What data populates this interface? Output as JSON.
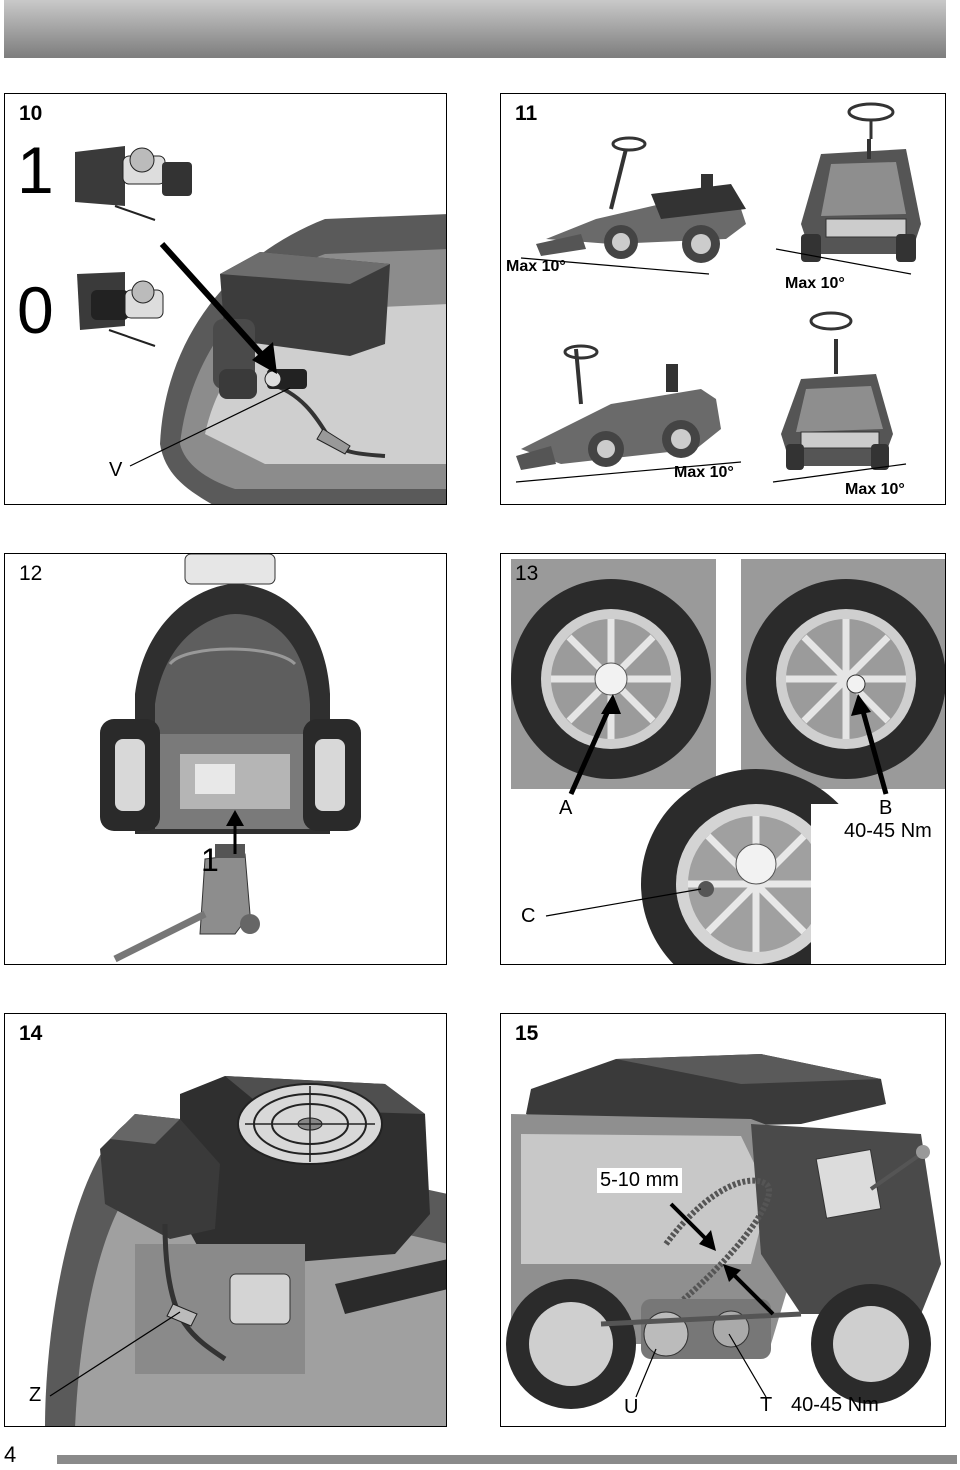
{
  "page": {
    "number": "4"
  },
  "panels": {
    "p10": {
      "number": "10",
      "labels": {
        "one": "1",
        "zero": "0",
        "v": "V"
      }
    },
    "p11": {
      "number": "11",
      "labels": {
        "a": "Max 10°",
        "b": "Max 10°",
        "c": "Max 10°",
        "d": "Max 10°"
      }
    },
    "p12": {
      "number": "12",
      "labels": {
        "one": "1"
      }
    },
    "p13": {
      "number": "13",
      "labels": {
        "a": "A",
        "b": "B",
        "torque": "40-45 Nm",
        "c": "C"
      }
    },
    "p14": {
      "number": "14",
      "labels": {
        "z": "Z"
      }
    },
    "p15": {
      "number": "15",
      "labels": {
        "gap": "5-10 mm",
        "u": "U",
        "t": "T",
        "torque": "40-45 Nm"
      }
    }
  }
}
